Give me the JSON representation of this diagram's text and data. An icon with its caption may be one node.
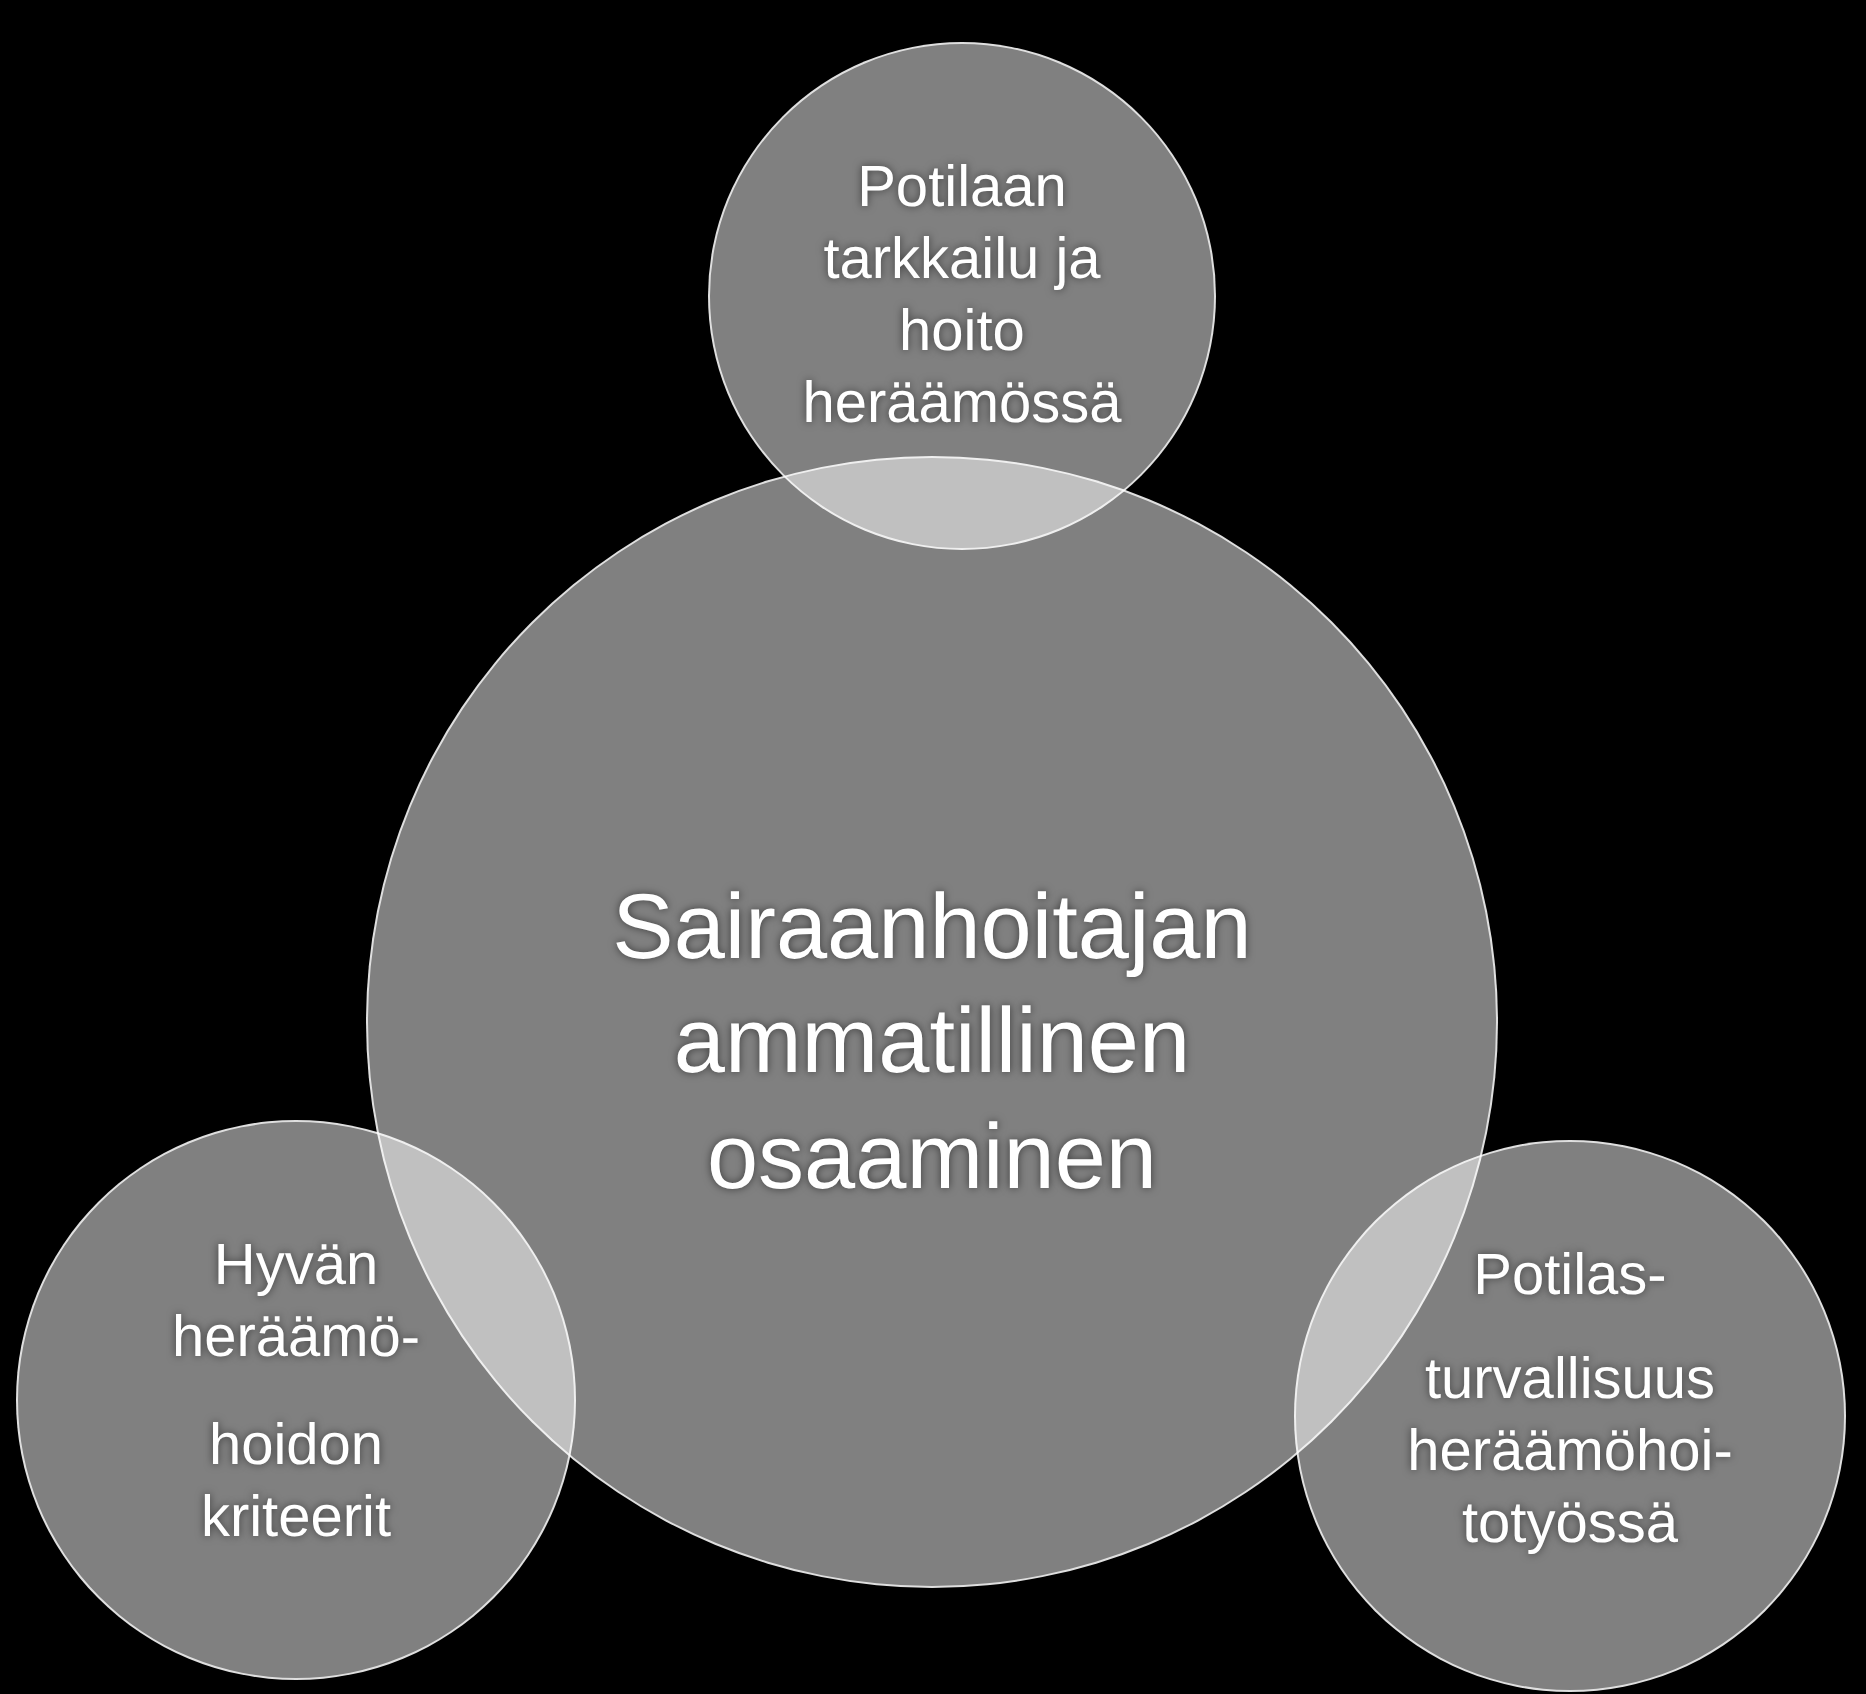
{
  "diagram": {
    "nodes": [
      {
        "text": [
          "Potilaan tarkkailu ja hoito heräämössä"
        ]
      },
      {
        "text": [
          "Sairaanhoitajan ammatillinen osaaminen"
        ]
      },
      {
        "text": [
          "Hyvän heräämö-",
          "hoidon kriteerit"
        ]
      },
      {
        "text": [
          "Potilas-",
          "turvallisuus heräämöhoi- totyössä"
        ]
      }
    ]
  }
}
